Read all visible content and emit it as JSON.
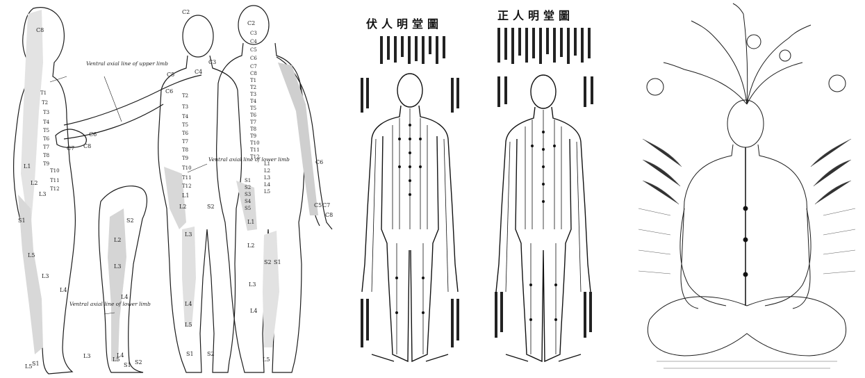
{
  "dermatome_panel": {
    "side_figure": {
      "labels": [
        "C8",
        "T1",
        "T2",
        "T3",
        "T4",
        "T5",
        "T6",
        "T7",
        "T8",
        "T9",
        "T10",
        "T11",
        "T12",
        "L1",
        "L2",
        "L3",
        "S1",
        "L5",
        "S1",
        "L4",
        "L5",
        "C6",
        "C7",
        "C8",
        "L3"
      ],
      "caption_upper": "Ventral axial line of upper limb",
      "caption_lower": "Ventral axial line of lower limb"
    },
    "leg_figure": {
      "labels": [
        "S2",
        "L2",
        "L3",
        "L4",
        "L5",
        "S1",
        "S2",
        "L3",
        "L4"
      ]
    },
    "front_figure": {
      "labels": [
        "C2",
        "C3",
        "C4",
        "T2",
        "T3",
        "T4",
        "T5",
        "T6",
        "T7",
        "T8",
        "T9",
        "T10",
        "T11",
        "T12",
        "L1",
        "L2",
        "S2",
        "L3",
        "L4",
        "L5",
        "S1",
        "S2",
        "C5",
        "C6"
      ],
      "caption": "Ventral axial line of lower limb"
    },
    "back_figure": {
      "labels": [
        "C2",
        "C3",
        "C4",
        "C5",
        "C6",
        "C7",
        "C8",
        "T1",
        "T2",
        "T3",
        "T4",
        "T5",
        "T6",
        "T7",
        "T8",
        "T9",
        "T10",
        "T11",
        "T12",
        "L1",
        "L2",
        "L3",
        "L4",
        "L5",
        "S1",
        "S2",
        "S3",
        "S4",
        "S5",
        "C6",
        "C5",
        "C7",
        "C8",
        "L1",
        "L2",
        "S2",
        "S1",
        "L3",
        "L4",
        "L5"
      ]
    }
  },
  "chinese_panel": {
    "left_chart": {
      "title": "伏人明堂圖"
    },
    "right_chart": {
      "title": "正人明堂圖"
    }
  },
  "icon_names": [
    "dermatome-figure",
    "acupuncture-chart-back",
    "acupuncture-chart-front",
    "tibetan-meditation-channel-chart"
  ]
}
